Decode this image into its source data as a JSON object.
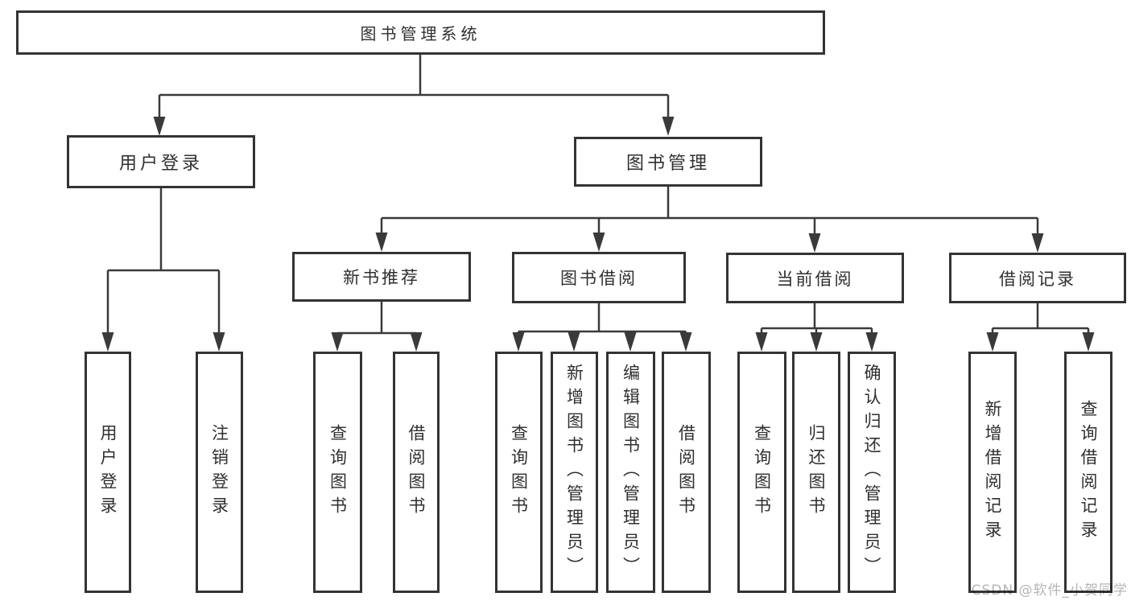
{
  "diagram": {
    "type": "hierarchy-diagram",
    "tree": {
      "label": "图书管理系统",
      "children": [
        {
          "label": "用户登录",
          "children": [
            {
              "label": "用户登录"
            },
            {
              "label": "注销登录"
            }
          ]
        },
        {
          "label": "图书管理",
          "children": [
            {
              "label": "新书推荐",
              "children": [
                {
                  "label": "查询图书"
                },
                {
                  "label": "借阅图书"
                }
              ]
            },
            {
              "label": "图书借阅",
              "children": [
                {
                  "label": "查询图书"
                },
                {
                  "label": "新增图书（管理员）"
                },
                {
                  "label": "编辑图书（管理员）"
                },
                {
                  "label": "借阅图书"
                }
              ]
            },
            {
              "label": "当前借阅",
              "children": [
                {
                  "label": "查询图书"
                },
                {
                  "label": "归还图书"
                },
                {
                  "label": "确认归还（管理员）"
                }
              ]
            },
            {
              "label": "借阅记录",
              "children": [
                {
                  "label": "新增借阅记录"
                },
                {
                  "label": "查询借阅记录"
                }
              ]
            }
          ]
        }
      ]
    },
    "watermark": "CSDN @软件_小贺同学",
    "colors": {
      "line": "#3a3a3a",
      "box_border": "#333333",
      "text": "#2f2f2f",
      "background": "#ffffff",
      "watermark": "#b5b5b5"
    }
  }
}
